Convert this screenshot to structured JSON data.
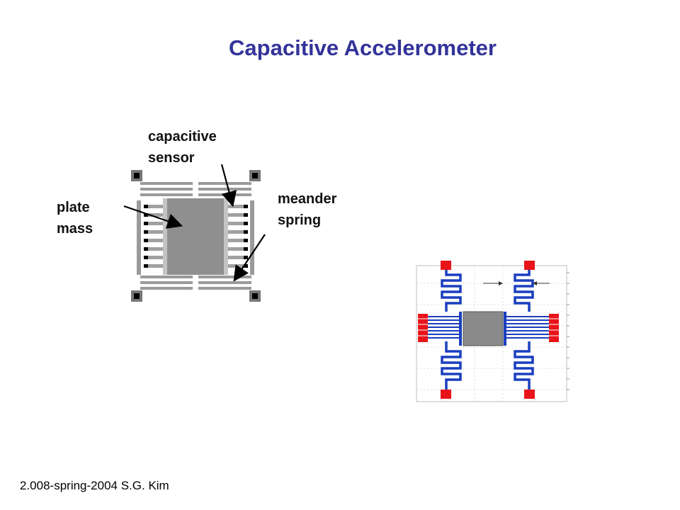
{
  "slide": {
    "title": "Capacitive Accelerometer",
    "footer": "2.008-spring-2004 S.G. Kim"
  },
  "labels": {
    "capacitive_sensor": "capacitive\nsensor",
    "plate_mass": "plate\nmass",
    "meander_spring": "meander\nspring"
  },
  "colors": {
    "title": "#33339a",
    "spring_wire": "#1a3fbf",
    "anchor_pad": "#e8141a",
    "proof_mass": "#8a8a8a"
  }
}
